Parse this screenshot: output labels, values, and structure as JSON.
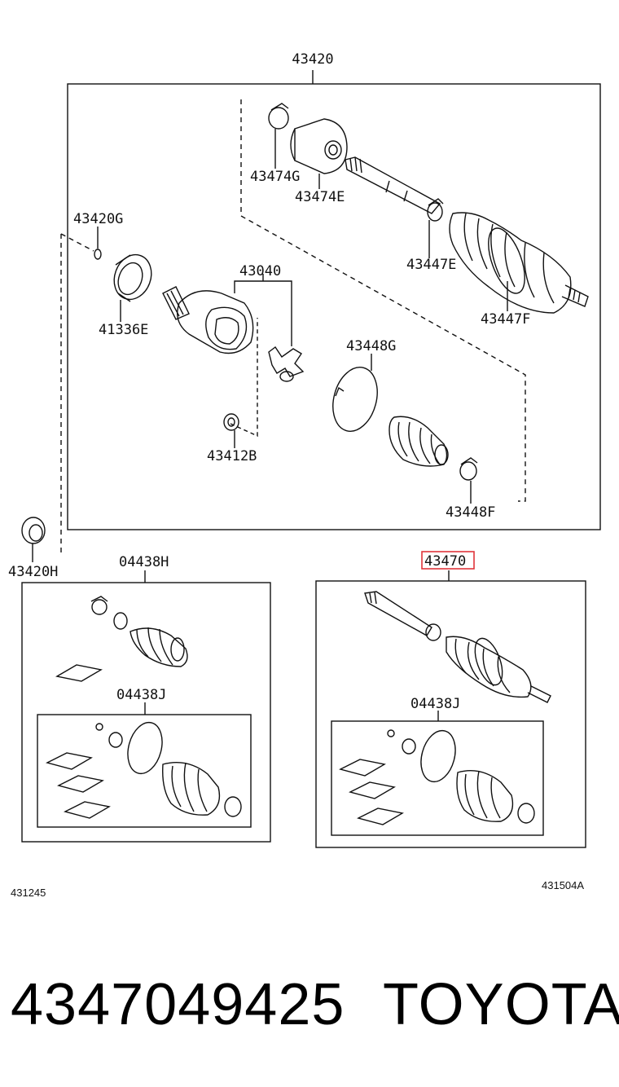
{
  "diagram": {
    "main_assembly": {
      "title": "43420",
      "parts": {
        "clamp_outer_small": "43474G",
        "damper": "43474E",
        "boot_clamp_e": "43447E",
        "boot_clamp_f": "43447F",
        "snap_ring": "43420G",
        "dust_seal": "41336E",
        "inboard_joint": "43040",
        "circlip": "43412B",
        "boot_band_g": "43448G",
        "boot_band_f": "43448F"
      }
    },
    "outside_part": "43420H",
    "kit_left": {
      "title": "04438H",
      "inner_title": "04438J"
    },
    "kit_right": {
      "title": "43470",
      "inner_title": "04438J",
      "highlight_color": "#e0353b"
    },
    "ref_left": "431245",
    "ref_right": "431504A"
  },
  "footer": {
    "part_number": "4347049425",
    "brand": "TOYOTA"
  }
}
